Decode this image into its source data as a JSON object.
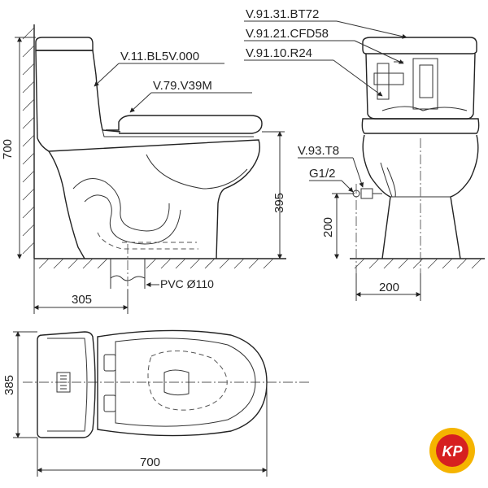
{
  "side_view": {
    "height_total": "700",
    "depth_to_outlet": "305",
    "seat_height": "395",
    "pvc_label": "PVC Ø110"
  },
  "front_view": {
    "inlet_height": "200",
    "inlet_offset": "200"
  },
  "top_view": {
    "width": "385",
    "length": "700"
  },
  "parts": {
    "body": "V.11.BL5V.000",
    "seat": "V.79.V39M",
    "tank_lid": "V.91.31.BT72",
    "flush_valve": "V.91.21.CFD58",
    "fill_valve": "V.91.10.R24",
    "angle_valve": "V.93.T8",
    "thread": "G1/2"
  },
  "logo": {
    "text": "KP",
    "colors": {
      "ring": "#f5b400",
      "inner": "#d62020",
      "text": "#ffffff"
    }
  }
}
